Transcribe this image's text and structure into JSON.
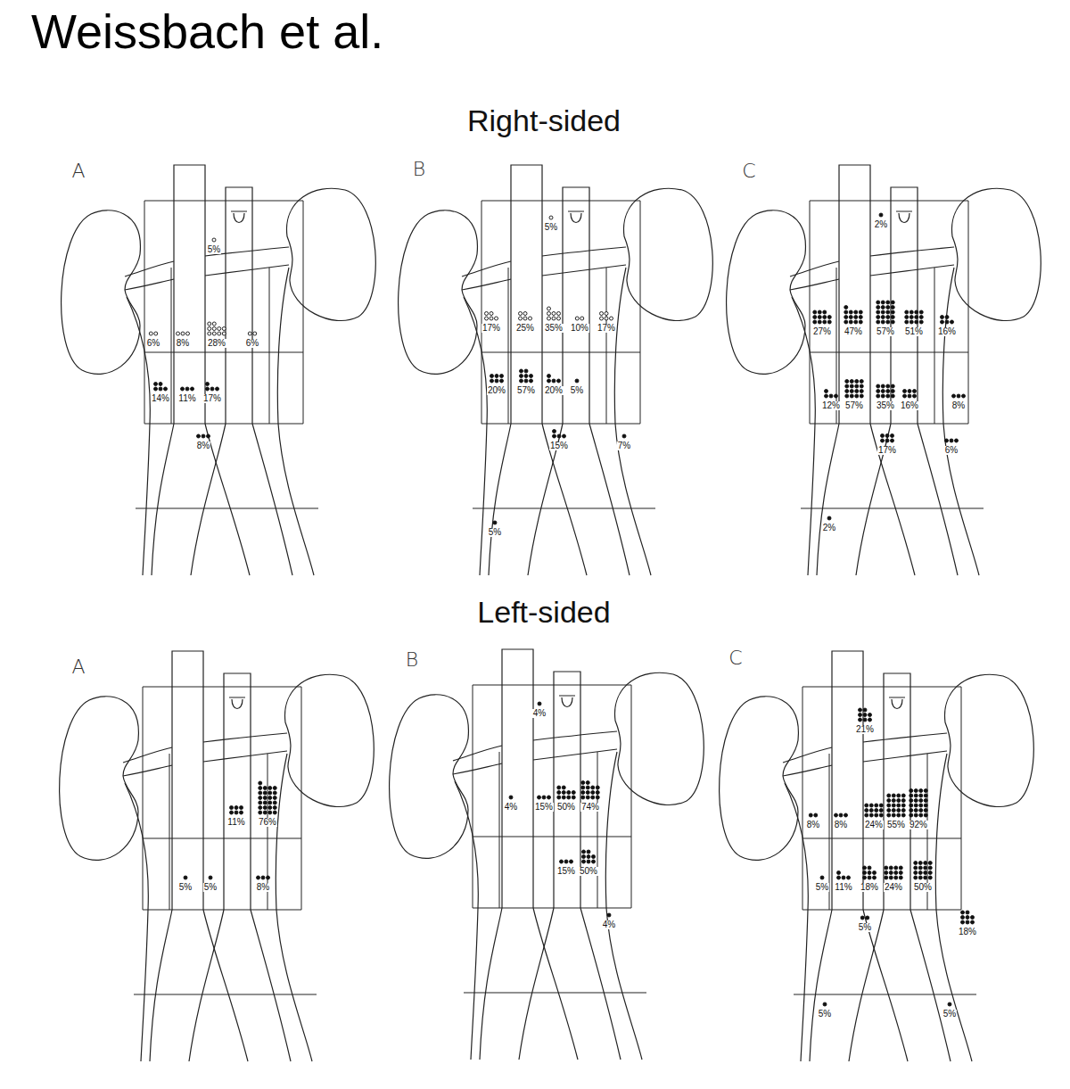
{
  "diagram": {
    "title": "Weissbach et al.",
    "labels": [
      "Right-sided",
      "A",
      "B",
      "C",
      "5%",
      "6%",
      "8%",
      "28%",
      "6%",
      "14%",
      "11%",
      "17%",
      "8%",
      "5%",
      "17%",
      "25%",
      "35%",
      "10%",
      "17%",
      "20%",
      "57%",
      "20%",
      "5%",
      "15%",
      "7%",
      "5%",
      "2%",
      "27%",
      "47%",
      "57%",
      "51%",
      "16%",
      "12%",
      "57%",
      "35%",
      "16%",
      "8%",
      "17%",
      "6%",
      "2%",
      "Left-sided",
      "A",
      "B",
      "C",
      "11%",
      "76%",
      "5%",
      "5%",
      "8%",
      "4%",
      "4%",
      "15%",
      "50%",
      "74%",
      "15%",
      "50%",
      "4%",
      "21%",
      "8%",
      "8%",
      "24%",
      "55%",
      "92%",
      "5%",
      "11%",
      "18%",
      "24%",
      "50%",
      "5%",
      "18%",
      "5%",
      "5%"
    ]
  }
}
